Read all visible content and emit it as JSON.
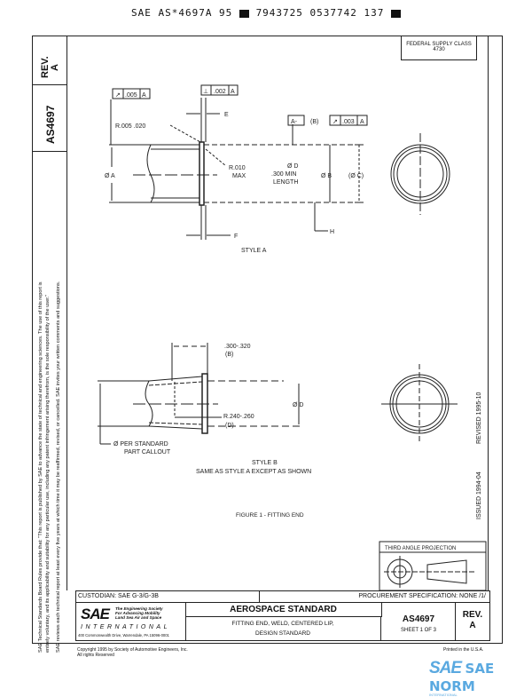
{
  "header_code": "SAE AS*4697A 95",
  "header_code2": "7943725 0537742 137",
  "side": {
    "rev_label": "REV.",
    "rev_value": "A",
    "doc_number": "AS4697",
    "disclaimer_1": "SAE Technical Standards Board Rules provide that: \"This report is published by SAE to advance the state of technical and engineering sciences. The use of this report is",
    "disclaimer_2": "entirely voluntary, and its applicability and suitability for any particular use, including any patent infringement arising therefrom, is the sole responsibility of the user.\"",
    "disclaimer_3": "SAE reviews each technical report at least every five years at which time it may be reaffirmed, revised, or cancelled. SAE invites your written comments and suggestions.",
    "revised": "REVISED 1995-10",
    "issued": "ISSUED 1994-04"
  },
  "federal_supply": {
    "label": "FEDERAL SUPPLY CLASS",
    "value": "4730"
  },
  "style_a": {
    "fcf1": [
      ".005",
      "A"
    ],
    "fcf2": [
      ".002",
      "A"
    ],
    "datum_a": "A-",
    "datum_b": "(B)",
    "fcf3": [
      ".003",
      "A"
    ],
    "e": "E",
    "f": "F",
    "h": "H",
    "radius1": "R.005 .020",
    "radius2a": "R.010",
    "radius2b": "MAX",
    "dia_a": "Ø A",
    "dia_d": "Ø D",
    "min_len1": ".300 MIN",
    "min_len2": "LENGTH",
    "dia_b": "Ø B",
    "dia_c": "(Ø C)",
    "caption": "STYLE A"
  },
  "style_b": {
    "len1": ".300-.320",
    "len2": "(B)",
    "rad1": "R.240-.260",
    "rad2": "(D)",
    "dia_d": "Ø D",
    "callout1": "Ø PER STANDARD",
    "callout2": "PART CALLOUT",
    "caption1": "STYLE B",
    "caption2": "SAME AS STYLE A  EXCEPT AS SHOWN"
  },
  "figure_caption": "FIGURE 1 - FITTING END",
  "projection_label": "THIRD ANGLE PROJECTION",
  "custodian": "CUSTODIAN:  SAE G-3/G-3B",
  "procurement": "PROCUREMENT SPECIFICATION:  NONE  /1/",
  "title_block": {
    "logo": "SAE",
    "logo_tag1": "The Engineering Society",
    "logo_tag2": "For Advancing Mobility",
    "logo_tag3": "Land Sea Air and Space",
    "logo_intl": "INTERNATIONAL",
    "address": "400 Commonwealth Drive, Warrendale, PA 15096-0001",
    "category": "AEROSPACE STANDARD",
    "title1": "FITTING END, WELD, CENTERED LIP,",
    "title2": "DESIGN STANDARD",
    "doc_number": "AS4697",
    "sheet": "SHEET 1 OF 3",
    "rev_label": "REV.",
    "rev_value": "A"
  },
  "copyright1": "Copyright 1995 by Society of Automotive Engineers, Inc.",
  "copyright2": "All rights Reserved",
  "printed": "Printed in the U.S.A.",
  "watermark": {
    "brand": "SAE NORM",
    "sub": "INTERNATIONAL",
    "color": "#5aa9e0"
  }
}
